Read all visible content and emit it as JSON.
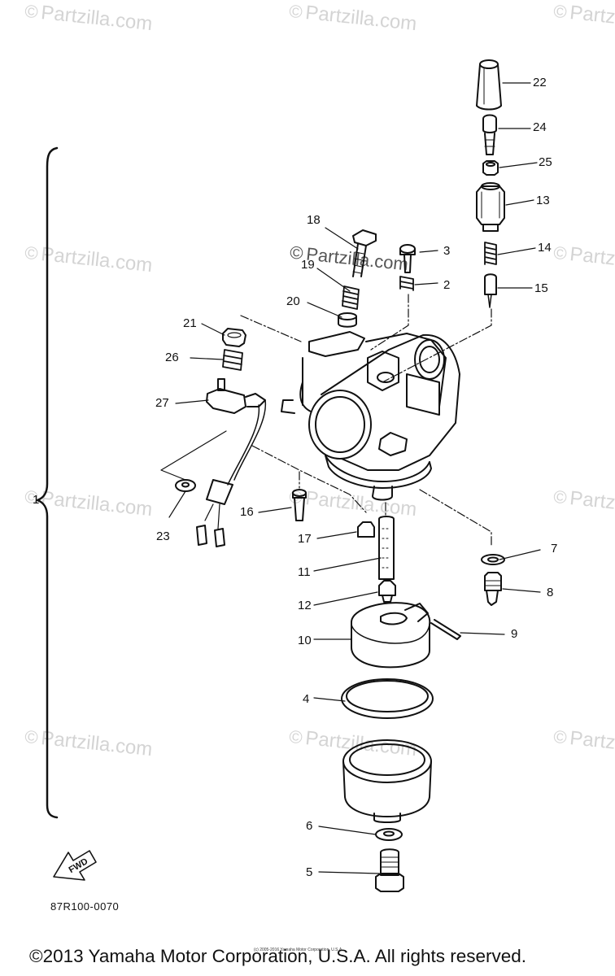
{
  "watermark": {
    "symbol": "©",
    "text": "Partzilla.com"
  },
  "callouts": {
    "p1": "1",
    "p2": "2",
    "p3": "3",
    "p4": "4",
    "p5": "5",
    "p6": "6",
    "p7": "7",
    "p8": "8",
    "p9": "9",
    "p10": "10",
    "p11": "11",
    "p12": "12",
    "p13": "13",
    "p14": "14",
    "p15": "15",
    "p16": "16",
    "p17": "17",
    "p18": "18",
    "p19": "19",
    "p20": "20",
    "p21": "21",
    "p22": "22",
    "p23": "23",
    "p24": "24",
    "p25": "25",
    "p26": "26",
    "p27": "27"
  },
  "direction_label": "FWD",
  "diagram_code": "87R100-0070",
  "copyright": "©2013 Yamaha Motor Corporation, U.S.A. All rights reserved.",
  "copyright_small": "(c) 2005-2016 Yamaha Motor Corporation, U.S.A."
}
